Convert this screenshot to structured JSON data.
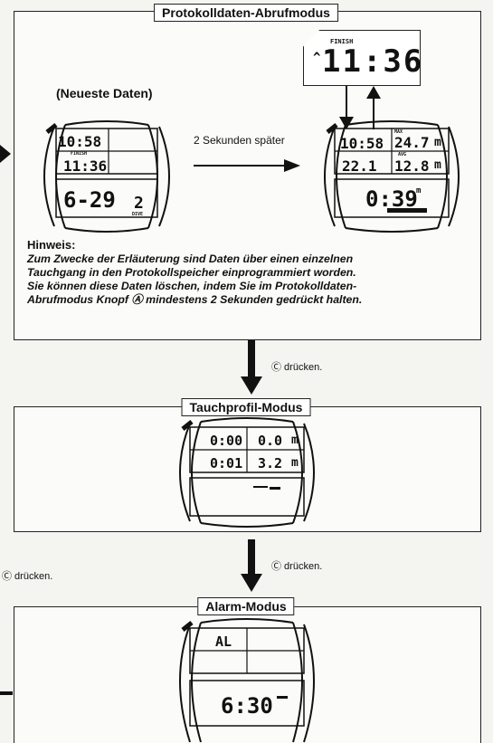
{
  "diagram": {
    "protocol_mode": {
      "title": "Protokolldaten-Abrufmodus",
      "latest_label": "(Neueste Daten)",
      "transition_label": "2 Sekunden später",
      "left_watch": {
        "time_top": "10:58",
        "small_label": "FINISH",
        "time_bottom": "11:36",
        "lower": "6-29",
        "lower_right": "2",
        "unit": "DIVE"
      },
      "right_watch": {
        "top_left": "10:58",
        "top_right": "24.7",
        "top_right_unit": "m",
        "max_label": "MAX",
        "bottom_left": "22.1",
        "bottom_right": "12.8",
        "bottom_right_unit": "m",
        "avg_label": "AVG",
        "lower": "0:39",
        "lower_unit": "m"
      },
      "zoom": {
        "label": "FINISH",
        "mark": "^",
        "value": "11:36"
      },
      "note_title": "Hinweis:",
      "note_lines": [
        "Zum Zwecke der Erläuterung sind Daten über einen einzelnen",
        "Tauchgang in den Protokollspeicher einprogrammiert worden.",
        "Sie können diese Daten löschen, indem Sie im Protokolldaten-",
        "Abrufmodus Knopf Ⓐ mindestens 2 Sekunden gedrückt halten."
      ]
    },
    "arrow1_label": "Ⓒ drücken.",
    "dive_profile_mode": {
      "title": "Tauchprofil-Modus",
      "row1_left": "0:00",
      "row1_right": "0.0",
      "row1_unit": "m",
      "row2_left": "0:01",
      "row2_right": "3.2",
      "row2_unit": "m"
    },
    "left_label": "Ⓒ drücken.",
    "arrow2_label": "Ⓒ drücken.",
    "alarm_mode": {
      "title": "Alarm-Modus",
      "top": "AL",
      "lower": "6:30"
    }
  }
}
